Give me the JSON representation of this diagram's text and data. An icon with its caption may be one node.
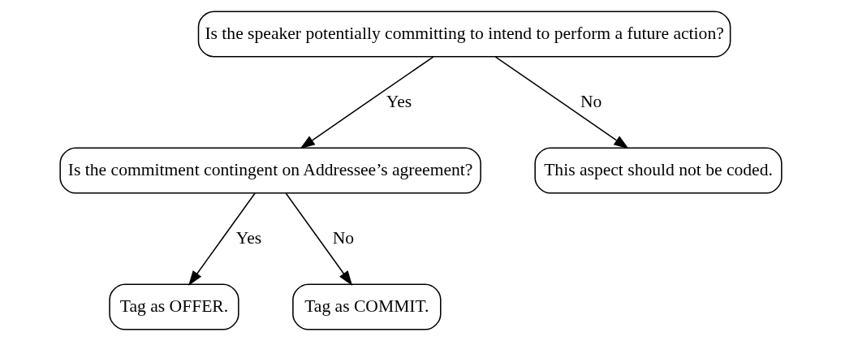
{
  "diagram": {
    "nodes": [
      {
        "text": [
          "Is the speaker potentially committing to intend to perform a future action?"
        ]
      },
      {
        "text": [
          "Is the commitment contingent on Addressee’s agreement?"
        ]
      },
      {
        "text": [
          "This aspect should not be coded."
        ]
      },
      {
        "text": [
          "Tag as OFFER."
        ]
      },
      {
        "text": [
          "Tag as COMMIT."
        ]
      }
    ],
    "edges": [
      {
        "from": 0,
        "to": 1,
        "arrow": "to",
        "label": "Yes"
      },
      {
        "from": 0,
        "to": 2,
        "arrow": "to",
        "label": "No"
      },
      {
        "from": 1,
        "to": 3,
        "arrow": "to",
        "label": "Yes"
      },
      {
        "from": 1,
        "to": 4,
        "arrow": "to",
        "label": "No"
      }
    ]
  }
}
